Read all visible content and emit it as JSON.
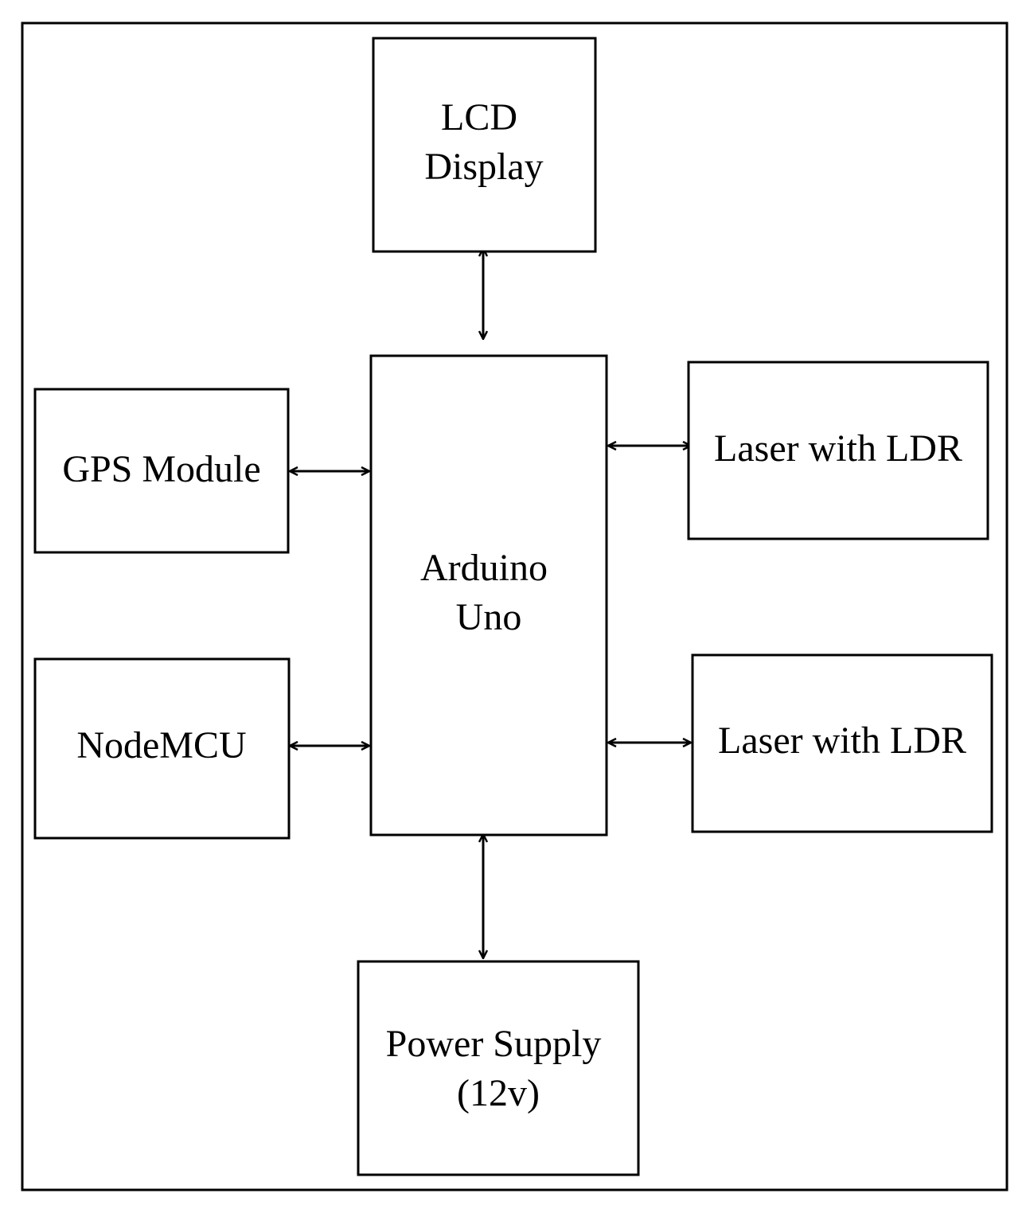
{
  "diagram": {
    "nodes": {
      "lcd": {
        "lines": [
          "LCD",
          "Display"
        ]
      },
      "gps": {
        "lines": [
          "GPS Module"
        ]
      },
      "arduino": {
        "lines": [
          "Arduino",
          "Uno"
        ]
      },
      "laser_top": {
        "lines": [
          "Laser with LDR"
        ]
      },
      "nodemcu": {
        "lines": [
          "NodeMCU"
        ]
      },
      "laser_bottom": {
        "lines": [
          "Laser with LDR"
        ]
      },
      "power": {
        "lines": [
          "Power Supply",
          "(12v)"
        ]
      }
    },
    "edges": [
      {
        "from": "lcd",
        "to": "arduino",
        "direction": "bidirectional"
      },
      {
        "from": "gps",
        "to": "arduino",
        "direction": "bidirectional"
      },
      {
        "from": "nodemcu",
        "to": "arduino",
        "direction": "bidirectional"
      },
      {
        "from": "arduino",
        "to": "laser_top",
        "direction": "bidirectional"
      },
      {
        "from": "arduino",
        "to": "laser_bottom",
        "direction": "bidirectional"
      },
      {
        "from": "arduino",
        "to": "power",
        "direction": "bidirectional"
      }
    ],
    "colors": {
      "stroke": "#000000",
      "fill": "#ffffff"
    }
  }
}
